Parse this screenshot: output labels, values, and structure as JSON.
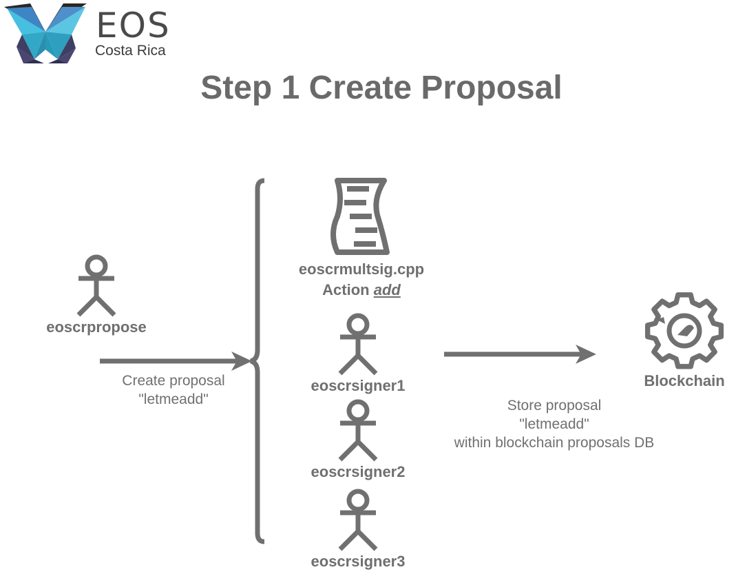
{
  "logo": {
    "name": "EOS",
    "subtitle": "Costa Rica"
  },
  "title": "Step 1 Create Proposal",
  "nodes": {
    "proposer": "eoscrpropose",
    "contract_file": "eoscrmultsig.cpp",
    "contract_action_prefix": "Action",
    "contract_action_name": "add",
    "signer1": "eoscrsigner1",
    "signer2": "eoscrsigner2",
    "signer3": "eoscrsigner3",
    "blockchain": "Blockchain"
  },
  "edges": {
    "create": {
      "line1": "Create proposal",
      "line2": "\"letmeadd\""
    },
    "store": {
      "line1": "Store proposal",
      "line2": "\"letmeadd\"",
      "line3": "within blockchain proposals DB"
    }
  },
  "colors": {
    "primary": "#707070",
    "logo_cyan": "#3db8d3",
    "logo_blue": "#4f86c0",
    "logo_dark": "#2b2723",
    "logo_navy": "#3d3f63"
  }
}
